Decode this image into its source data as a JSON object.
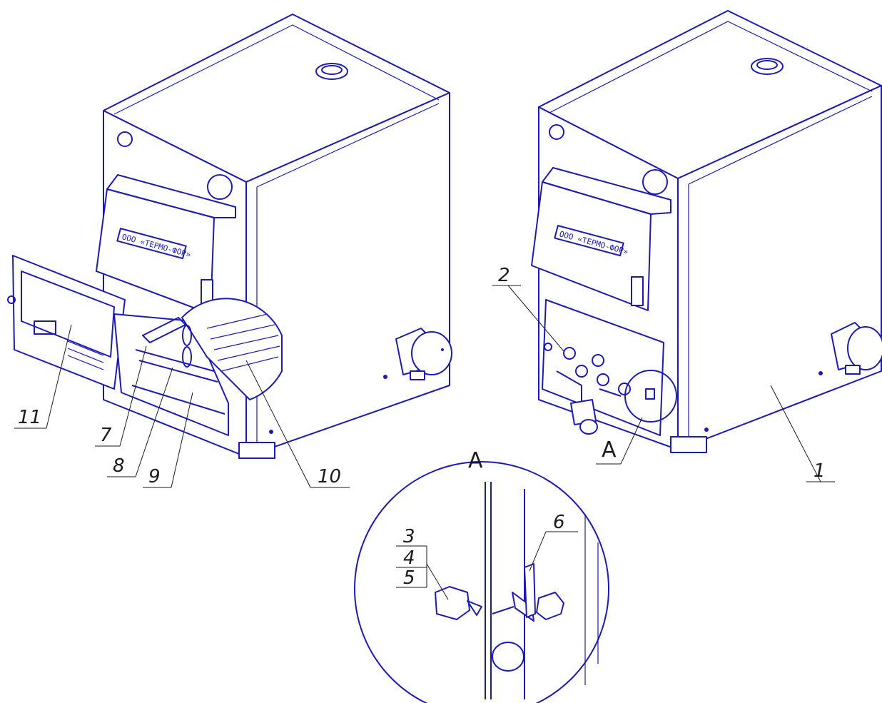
{
  "diagram": {
    "colors": {
      "line": "#1b1bb3",
      "label": "#1a1a1a",
      "background": "#ffffff"
    },
    "nameplate": "ООО «ТЕРМО-ФОР»",
    "callouts": {
      "c1": "1",
      "c2": "2",
      "c3": "3",
      "c4": "4",
      "c5": "5",
      "c6": "6",
      "c7": "7",
      "c8": "8",
      "c9": "9",
      "c10": "10",
      "c11": "11"
    },
    "detail_view": {
      "leader_label": "A",
      "title": "A"
    }
  }
}
